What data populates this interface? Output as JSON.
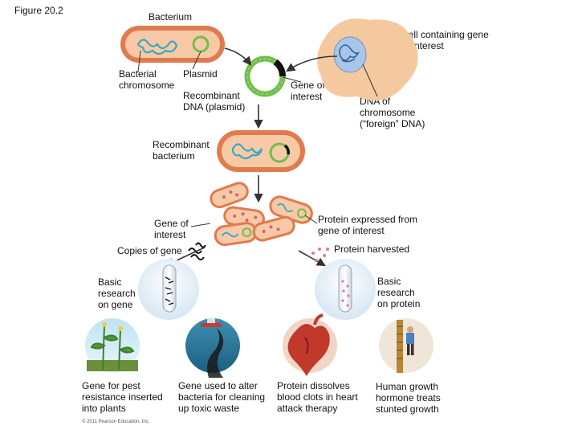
{
  "figure_label": "Figure 20.2",
  "labels": {
    "bacterium": "Bacterium",
    "cell_gene_interest": "Cell containing gene\nof interest",
    "bacterial_chromosome": "Bacterial\nchromosome",
    "plasmid": "Plasmid",
    "recombinant_dna": "Recombinant\nDNA (plasmid)",
    "gene_of_interest_top": "Gene of\ninterest",
    "dna_of_chromosome": "DNA of\nchromosome\n(“foreign” DNA)",
    "recombinant_bacterium": "Recombinant\nbacterium",
    "gene_of_interest_mid": "Gene of\ninterest",
    "protein_expressed": "Protein expressed from\ngene of interest",
    "copies_of_gene": "Copies of gene",
    "protein_harvested": "Protein harvested",
    "basic_research_gene": "Basic\nresearch\non gene",
    "basic_research_protein": "Basic\nresearch\non protein"
  },
  "captions": {
    "pest_resistance": "Gene for pest\nresistance inserted\ninto plants",
    "toxic_waste": "Gene used to alter\nbacteria for cleaning\nup toxic waste",
    "blood_clots": "Protein dissolves\nblood clots in heart\nattack therapy",
    "human_growth": "Human growth\nhormone treats\nstunted growth"
  },
  "copyright": "© 2011 Pearson Education, Inc.",
  "colors": {
    "cell_outer": "#e07a4f",
    "cell_inner": "#f7c9a6",
    "chromosome": "#3aa8c4",
    "plasmid_ring": "#6fbf4a",
    "foreign_cell": "#f5c9a0",
    "nucleus": "#a9c6e8",
    "arrow": "#333333"
  }
}
